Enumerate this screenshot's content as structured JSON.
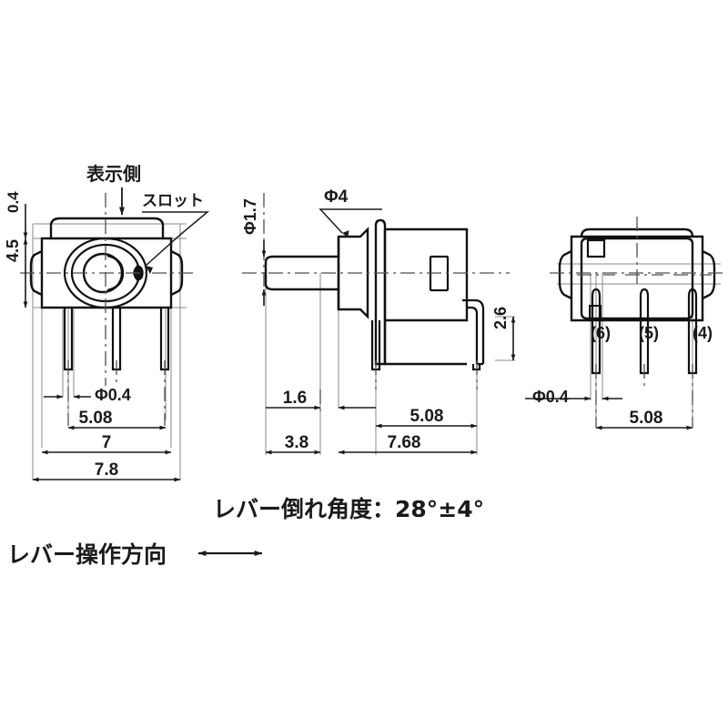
{
  "drawing": {
    "kind": "mechanical-outline-drawing",
    "subject": "right-angle lever switch",
    "background_color": "#ffffff",
    "line_color": "#111111",
    "center_line_color": "#555555",
    "extension_line_color": "#7a7a7a"
  },
  "annotations": {
    "display_side_label": "表示側",
    "slot_label": "スロット",
    "lever_tilt_angle": "レバー倒れ角度：28°±4°",
    "lever_operating_direction": "レバー操作方向"
  },
  "views": {
    "front": {
      "name": "front-view",
      "dimensions": {
        "top_step": "0.4",
        "body_height": "4.5",
        "pin_diameter": "Φ0.4",
        "pin_pitch": "5.08",
        "body_width": "7",
        "overall_width": "7.8"
      }
    },
    "side": {
      "name": "side-view",
      "dimensions": {
        "shaft_diameter": "Φ1.7",
        "bushing_diameter": "Φ4",
        "bracket_height": "2.6",
        "flange_offset": "1.6",
        "shaft_length": "3.8",
        "pin_pitch": "5.08",
        "body_depth": "7.68"
      }
    },
    "rear": {
      "name": "rear-view",
      "terminals": [
        "(6)",
        "(5)",
        "(4)"
      ],
      "dimensions": {
        "pin_diameter": "Φ0.4",
        "pin_pitch": "5.08"
      }
    }
  }
}
